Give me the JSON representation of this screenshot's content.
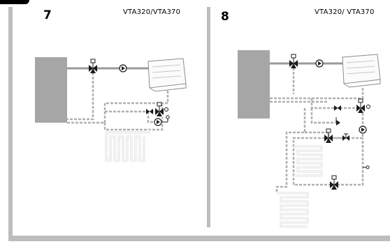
{
  "panels": [
    {
      "number": "7",
      "model": "VTA320/VTA370"
    },
    {
      "number": "8",
      "model": "VTA320/ VTA370"
    }
  ],
  "colors": {
    "frame": "#bdbdbd",
    "tank": "#a6a6a6",
    "pipe": "#9a9a9a",
    "return_pipe": "#b0b0b0",
    "component": "#1a1a1a"
  },
  "icons": [
    "three-way-valve-icon",
    "pump-icon",
    "fan-coil-icon",
    "floor-heating-coil-icon",
    "check-valve-icon",
    "expansion-vessel-icon"
  ]
}
